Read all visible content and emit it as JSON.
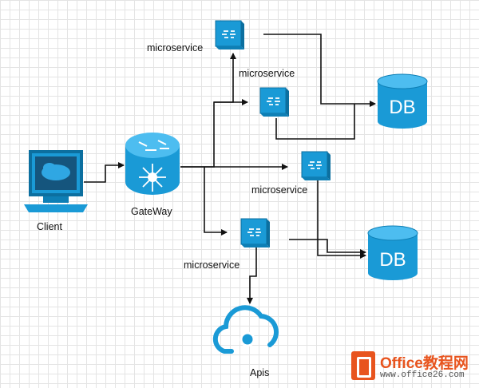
{
  "nodes": {
    "client_label": "Client",
    "gateway_label": "GateWay",
    "microservice_1_label": "microservice",
    "microservice_2_label": "microservice",
    "microservice_3_label": "microservice",
    "microservice_4_label": "microservice",
    "db_1_label": "DB",
    "db_2_label": "DB",
    "apis_label": "Apis"
  },
  "colors": {
    "icon_blue": "#1a9ad6",
    "icon_dark": "#0c6f9f",
    "line": "#111111",
    "watermark": "#e8541e"
  },
  "watermark": {
    "title": "Office教程网",
    "url": "www.office26.com"
  }
}
